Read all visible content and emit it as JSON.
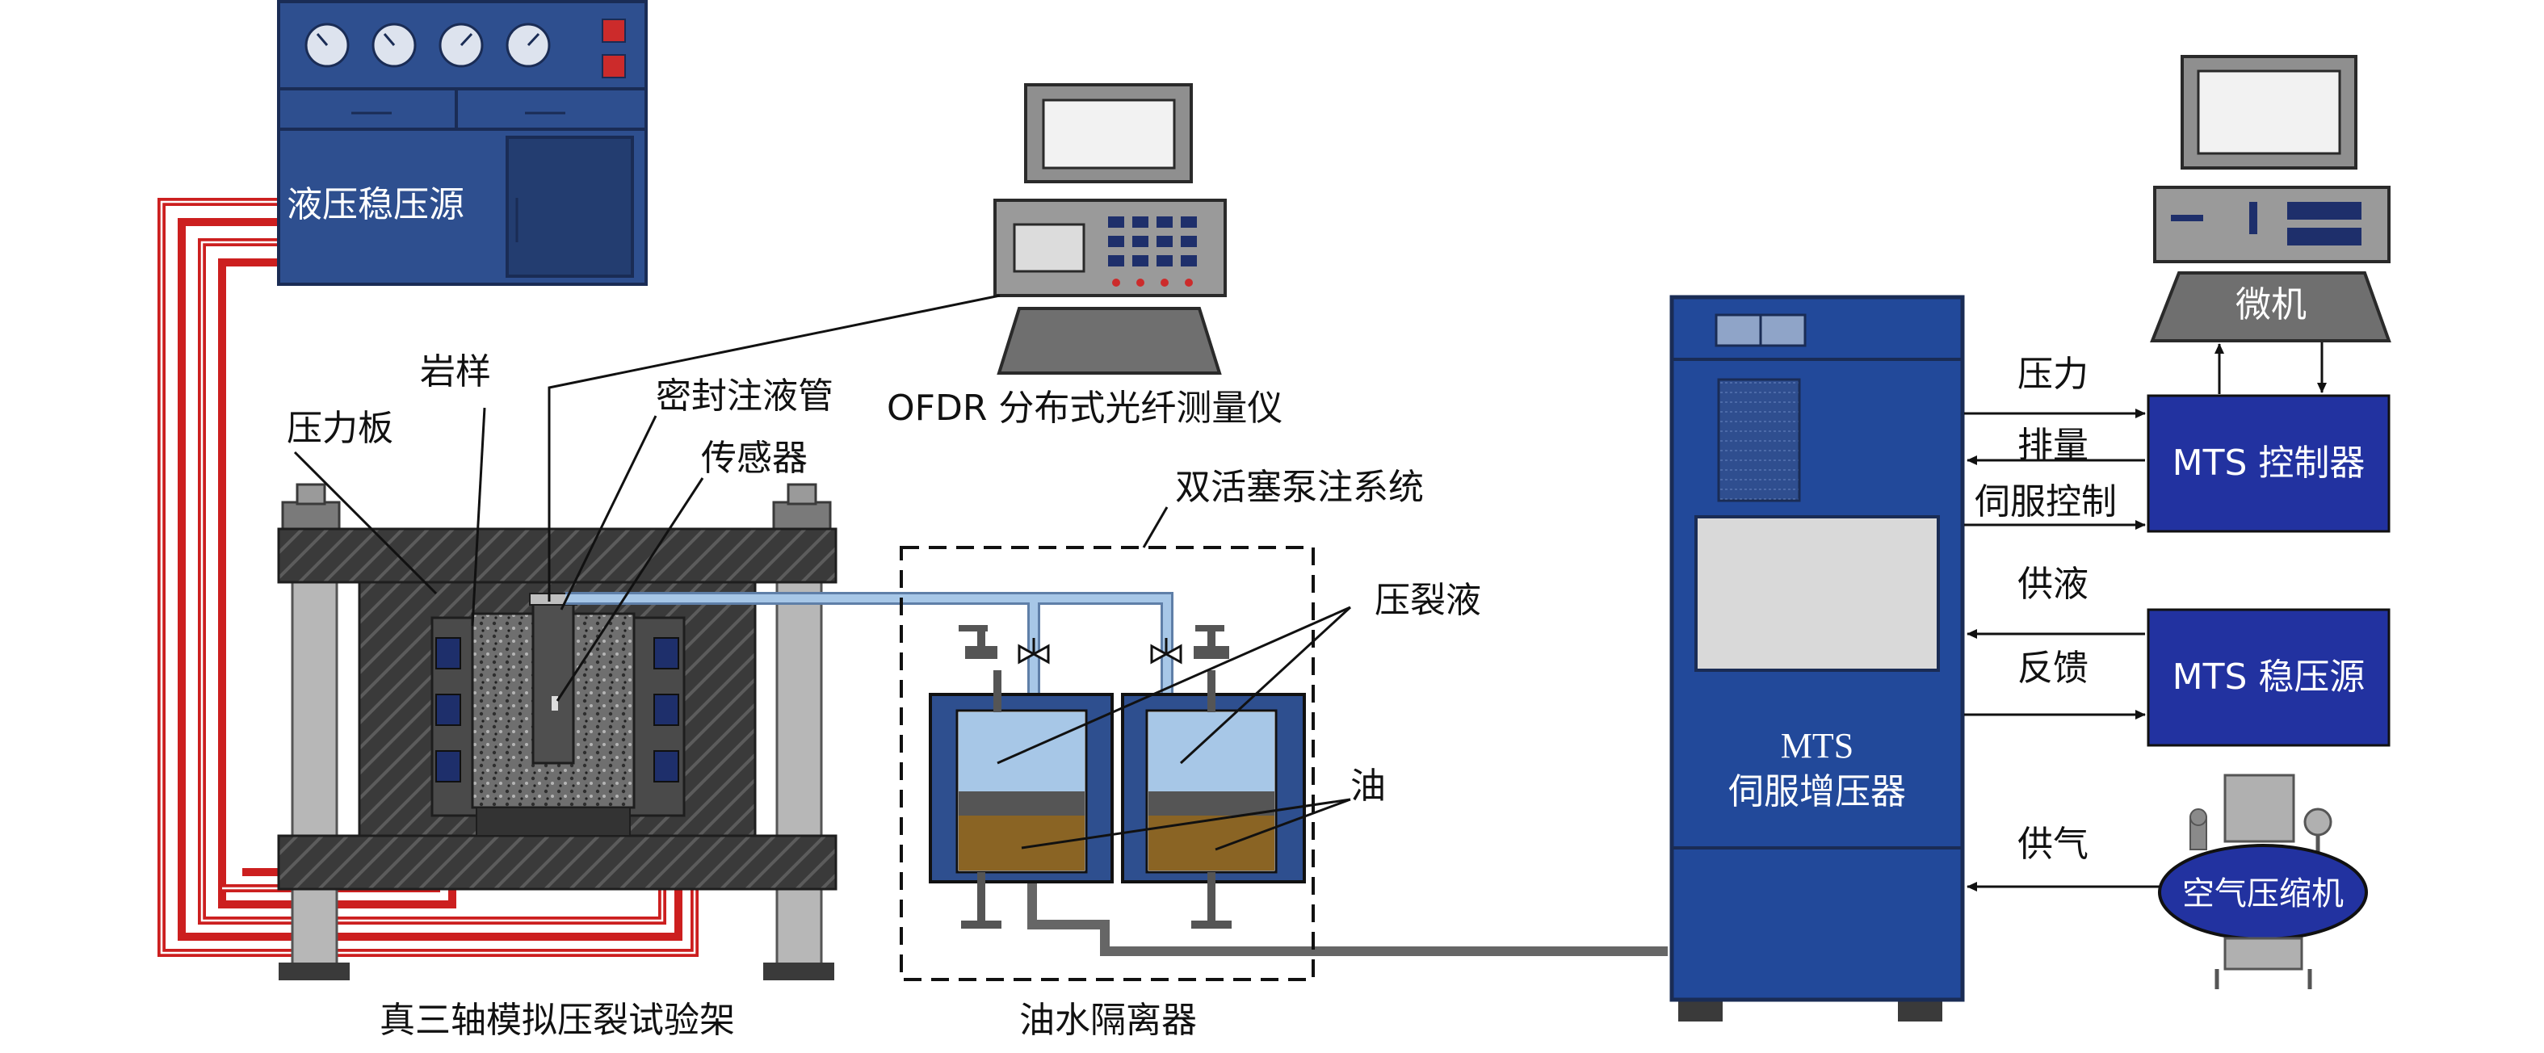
{
  "colors": {
    "panel_blue": "#2e4f8f",
    "dark_navy": "#1e2f6b",
    "tower_blue": "#22499a",
    "pipe_red": "#cc1f1f",
    "pipe_light_blue": "#a7c7e7",
    "oil": "#8a6424",
    "frame_dark": "#2b2b2b",
    "gray": "#b7b7b7"
  },
  "labels": {
    "hydraulic_source": "液压稳压源",
    "rock_sample": "岩样",
    "pressure_plate": "压力板",
    "sealed_tube": "密封注液管",
    "sensor": "传感器",
    "ofdr": "OFDR 分布式光纤测量仪",
    "dual_pump": "双活塞泵注系统",
    "frac_fluid": "压裂液",
    "oil": "油",
    "triaxial_frame": "真三轴模拟压裂试验架",
    "oil_water_separator": "油水隔离器",
    "mts_tower_line1": "MTS",
    "mts_tower_line2": "伺服增压器",
    "computer": "微机",
    "mts_controller": "MTS 控制器",
    "mts_stabilizer": "MTS 稳压源",
    "air_compressor": "空气压缩机",
    "arrow_pressure": "压力",
    "arrow_displacement": "排量",
    "arrow_servo": "伺服控制",
    "arrow_supply_liquid": "供液",
    "arrow_feedback": "反馈",
    "arrow_supply_air": "供气"
  }
}
